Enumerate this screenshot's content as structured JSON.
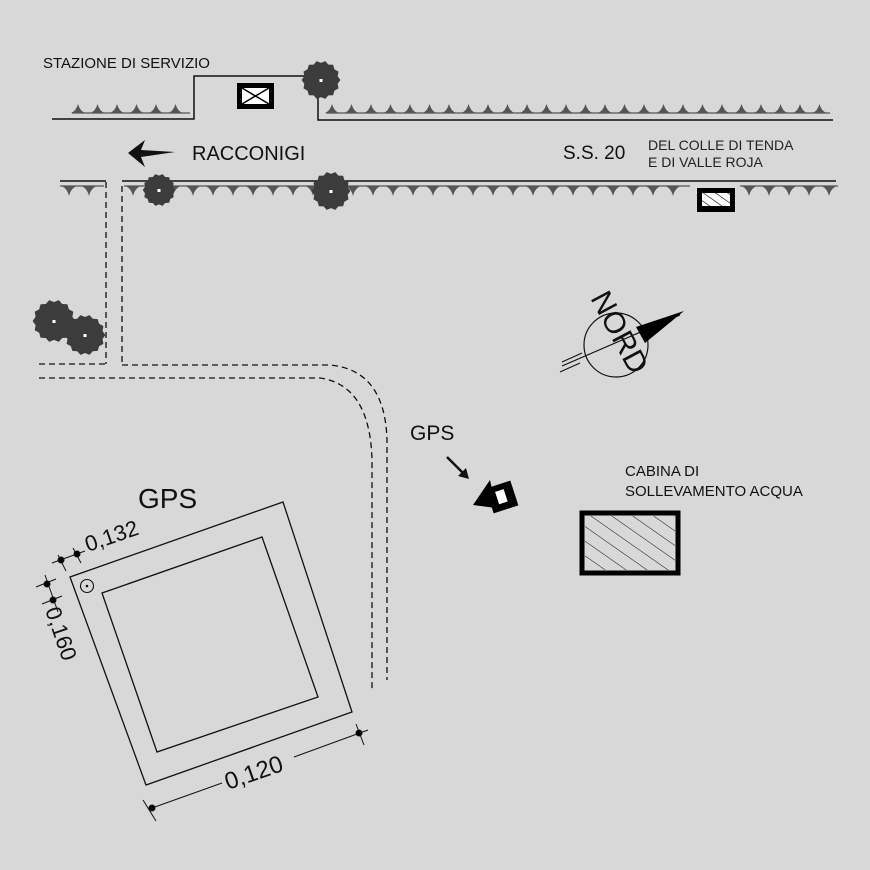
{
  "labels": {
    "service_station": "STAZIONE DI SERVIZIO",
    "direction_town": "RACCONIGI",
    "road_code": "S.S. 20",
    "road_name_line1": "DEL COLLE DI TENDA",
    "road_name_line2": "E DI VALLE ROJA",
    "north": "NORD",
    "gps_marker": "GPS",
    "pumping_station_line1": "CABINA DI",
    "pumping_station_line2": "SOLLEVAMENTO ACQUA",
    "gps_detail_title": "GPS"
  },
  "dimensions": {
    "top_offset": "0,132",
    "left_offset": "0,160",
    "bottom_width": "0,120"
  },
  "colors": {
    "background": "#d8d8d8",
    "line": "#111111",
    "tree": "#3c3c3c",
    "hedge": "#555555"
  },
  "icons": {
    "tree": "tree-icon",
    "hedge": "hedge-icon",
    "direction_arrow": "arrow-left-icon",
    "north_arrow": "north-arrow-icon",
    "gps_pointer": "arrow-down-right-icon",
    "gps_symbol": "gps-station-icon",
    "box": "utility-box-icon",
    "pumping_station": "hatched-building-icon",
    "survey_point": "survey-point-icon"
  }
}
